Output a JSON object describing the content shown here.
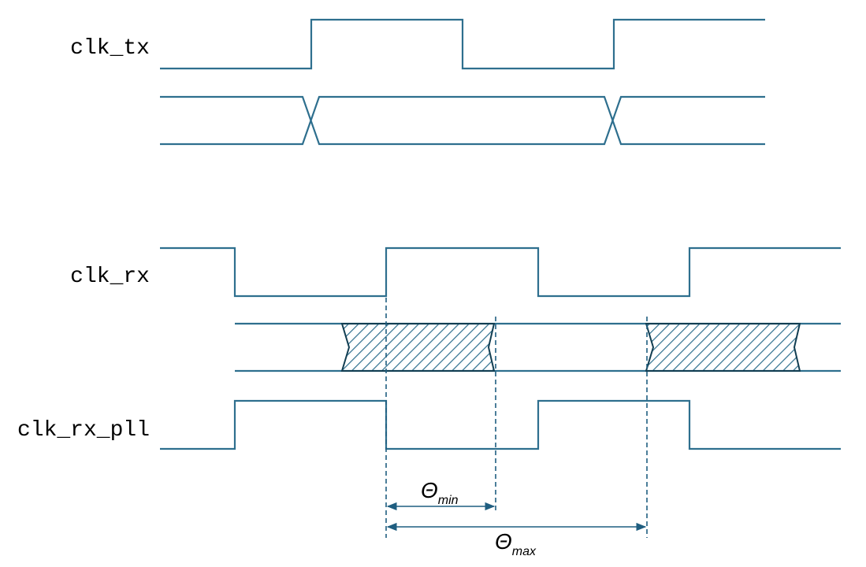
{
  "colors": {
    "signal": "#2e6f8e",
    "guide": "#1f5e80",
    "hatch_outline": "#123e52"
  },
  "signals": [
    {
      "id": "clk_tx",
      "label": "clk_tx"
    },
    {
      "id": "data_tx",
      "label": ""
    },
    {
      "id": "clk_rx",
      "label": "clk_rx"
    },
    {
      "id": "data_rx",
      "label": ""
    },
    {
      "id": "clk_rx_pll",
      "label": "clk_rx_pll"
    }
  ],
  "annotations": {
    "theta_min": {
      "symbol": "Θ",
      "subscript": "min"
    },
    "theta_max": {
      "symbol": "Θ",
      "subscript": "max"
    }
  }
}
